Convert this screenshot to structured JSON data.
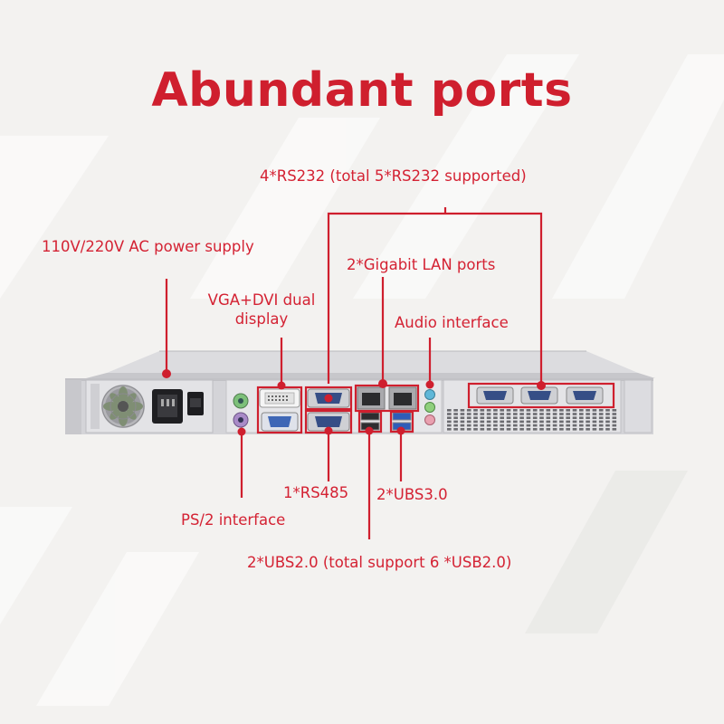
{
  "title": "Abundant ports",
  "colors": {
    "accent": "#cf1f2e",
    "label_text": "#d42233",
    "background": "#f3f2f0",
    "chassis": "#d9d9dd",
    "panel": "#e8e8ea"
  },
  "labels": {
    "rs232": "4*RS232 (total 5*RS232 supported)",
    "power": "110V/220V AC power supply",
    "lan": "2*Gigabit LAN ports",
    "vga_dvi_line1": "VGA+DVI dual",
    "vga_dvi_line2": "display",
    "audio": "Audio interface",
    "rs485": "1*RS485",
    "usb3": "2*UBS3.0",
    "ps2": "PS/2 interface",
    "usb2": "2*UBS2.0 (total support 6 *USB2.0)"
  },
  "icons": [
    "fan-icon",
    "power-socket-icon",
    "power-switch-icon",
    "ps2-port-icon",
    "dvi-port-icon",
    "vga-port-icon",
    "serial-port-icon",
    "rj45-port-icon",
    "usb-port-icon",
    "audio-jack-icon",
    "vent-grille-icon"
  ]
}
